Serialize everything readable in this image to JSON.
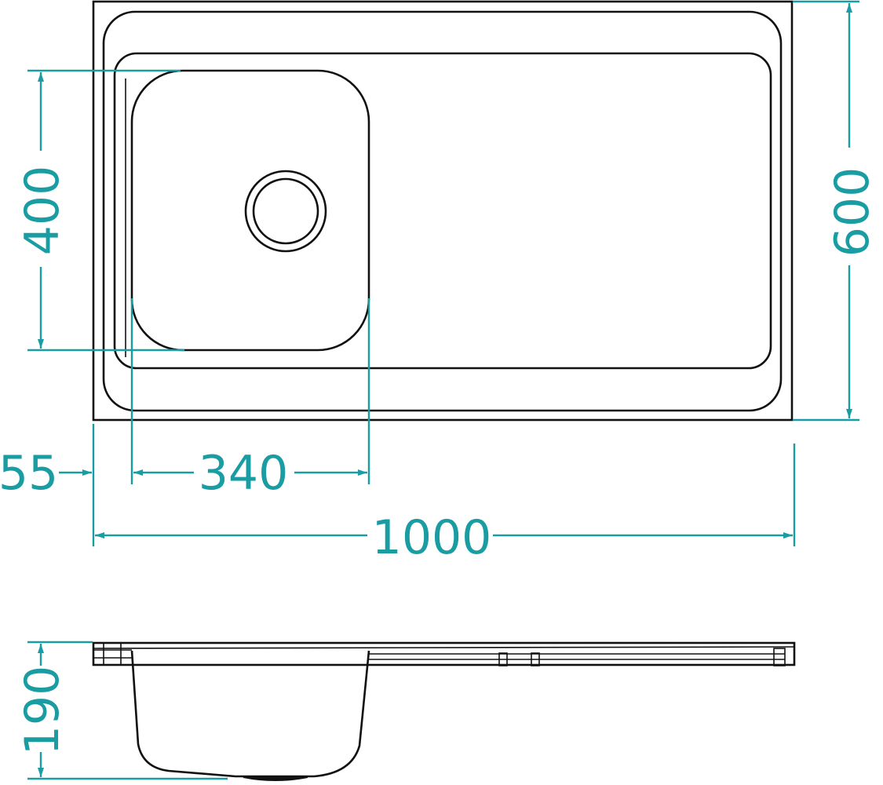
{
  "drawing": {
    "title": "Sink dimensional drawing",
    "accent_color": "#1a9ca3",
    "dimensions": {
      "bowl_length": "400",
      "overall_depth": "600",
      "bowl_offset": "55",
      "bowl_width": "340",
      "overall_width": "1000",
      "bowl_height": "190"
    }
  }
}
